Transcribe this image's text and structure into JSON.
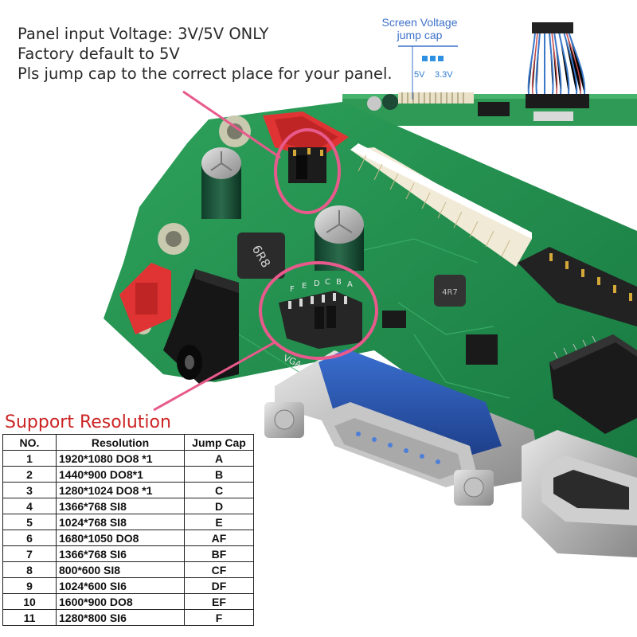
{
  "notes": {
    "line1": "Panel input Voltage: 3V/5V ONLY",
    "line2": "Factory default to 5V",
    "line3": "Pls jump cap to the correct place for your panel."
  },
  "inset": {
    "title_line1": "Screen Voltage",
    "title_line2": "jump cap",
    "label_5v": "5V",
    "label_33v": "3.3V"
  },
  "board": {
    "inductor_label": "6R8",
    "ic_label": "4R7",
    "header_letters": [
      "F",
      "E",
      "D",
      "C",
      "B",
      "A"
    ],
    "port_label": "VGA"
  },
  "colors": {
    "pcb": "#1f8a4c",
    "callout": "#e85a8c",
    "vga": "#2a55b0",
    "title_red": "#cc2424",
    "inset_blue": "#3e72c9"
  },
  "support": {
    "title": "Support Resolution",
    "headers": [
      "NO.",
      "Resolution",
      "Jump Cap"
    ],
    "rows": [
      {
        "no": "1",
        "resolution": "1920*1080 DO8 *1",
        "cap": "A"
      },
      {
        "no": "2",
        "resolution": "1440*900 DO8*1",
        "cap": "B"
      },
      {
        "no": "3",
        "resolution": "1280*1024 DO8 *1",
        "cap": "C"
      },
      {
        "no": "4",
        "resolution": "1366*768 SI8",
        "cap": "D"
      },
      {
        "no": "5",
        "resolution": "1024*768 SI8",
        "cap": "E"
      },
      {
        "no": "6",
        "resolution": "1680*1050 DO8",
        "cap": "AF"
      },
      {
        "no": "7",
        "resolution": "1366*768 SI6",
        "cap": "BF"
      },
      {
        "no": "8",
        "resolution": "800*600 SI8",
        "cap": "CF"
      },
      {
        "no": "9",
        "resolution": "1024*600 SI6",
        "cap": "DF"
      },
      {
        "no": "10",
        "resolution": "1600*900 DO8",
        "cap": "EF"
      },
      {
        "no": "11",
        "resolution": "1280*800 SI6",
        "cap": "F"
      }
    ]
  }
}
